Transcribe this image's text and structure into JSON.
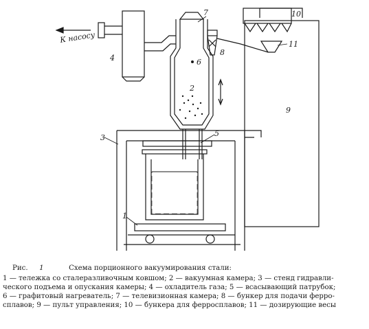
{
  "diagram": {
    "arrow_label": "К насосу",
    "callouts": {
      "n1": "1",
      "n2": "2",
      "n3": "3",
      "n4": "4",
      "n5": "5",
      "n6": "6",
      "n7": "7",
      "n8": "8",
      "n9": "9",
      "n10": "10",
      "n11": "11"
    }
  },
  "caption": {
    "fig_label": "Рис.",
    "fig_number": "1",
    "title": "Схема порционного вакуумирования стали:",
    "lines": [
      "1 — тележка со сталеразливочным ковшом; 2 — вакуумная камера; 3 — стенд гидравли-",
      "ческого подъема и опускания камеры; 4 — охладитель газа; 5 — всасывающий патрубок;",
      "6 — графитовый нагреватель; 7 — телевизионная камера; 8 — бункер для подачи ферро-",
      "сплавов; 9 — пульт управления; 10 — бункера для ферросплавов; 11 — дозирующие весы"
    ]
  }
}
